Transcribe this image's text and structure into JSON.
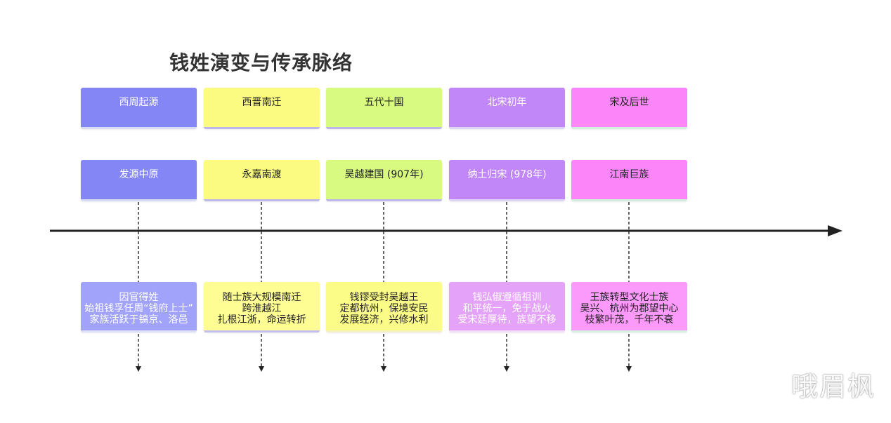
{
  "title": "钱姓演变与传承脉络",
  "watermark": "哦眉枫",
  "columns": [
    {
      "era": "西周起源",
      "event": "发源中原",
      "details": [
        "因官得姓",
        "始祖钱孚任周“钱府上士”",
        "家族活跃于镐京、洛邑"
      ],
      "color": "#8486f6"
    },
    {
      "era": "西晋南迁",
      "event": "永嘉南渡",
      "details": [
        "随士族大规模南迁",
        "跨淮越江",
        "扎根江浙，命运转折"
      ],
      "color": "#fbfb81"
    },
    {
      "era": "五代十国",
      "event": "吴越建国 (907年)",
      "details": [
        "钱镠受封吴越王",
        "定都杭州，保境安民",
        "发展经济，兴修水利"
      ],
      "color": "#d8fa80"
    },
    {
      "era": "北宋初年",
      "event": "纳土归宋 (978年)",
      "details": [
        "钱弘俶遵循祖训",
        "和平统一，免于战火",
        "受宋廷厚待，族望不移"
      ],
      "color": "#c186f8"
    },
    {
      "era": "宋及后世",
      "event": "江南巨族",
      "details": [
        "王族转型文化士族",
        "吴兴、杭州为郡望中心",
        "枝繁叶茂，千年不衰"
      ],
      "color": "#fb85f9"
    }
  ]
}
